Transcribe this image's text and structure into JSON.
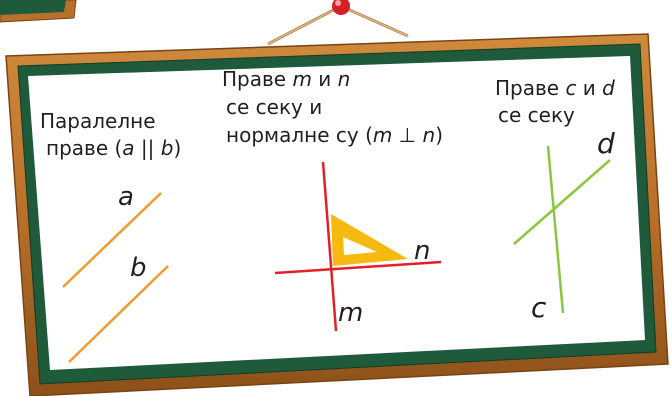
{
  "panel_left": {
    "title_line1": "Паралелне",
    "title_line2_prefix": "праве (",
    "title_line2_var1": "a",
    "title_line2_op": " || ",
    "title_line2_var2": "b",
    "title_line2_suffix": ")",
    "line_a_label": "a",
    "line_b_label": "b"
  },
  "panel_middle": {
    "title_line1_prefix": "Праве ",
    "title_line1_var1": "m",
    "title_line1_mid": " и ",
    "title_line1_var2": "n",
    "title_line2": "се секу и",
    "title_line3_prefix": "нормалне су (",
    "title_line3_var1": "m",
    "title_line3_op": " ⊥ ",
    "title_line3_var2": "n",
    "title_line3_suffix": ")",
    "line_n_label": "n",
    "line_m_label": "m"
  },
  "panel_right": {
    "title_line1_prefix": "Праве ",
    "title_line1_var1": "c",
    "title_line1_mid": " и ",
    "title_line1_var2": "d",
    "title_line2": "се секу",
    "line_d_label": "d",
    "line_c_label": "c"
  },
  "colors": {
    "frame_wood": "#b9702a",
    "frame_wood_dark": "#7a4314",
    "board_green": "#1f5a3a",
    "board_white": "#ffffff",
    "parallel_lines": "#f29a2e",
    "perpendicular_lines": "#e3202a",
    "set_square": "#f6b90f",
    "intersecting_lines": "#8dc63f",
    "pin": "#d81f26"
  }
}
